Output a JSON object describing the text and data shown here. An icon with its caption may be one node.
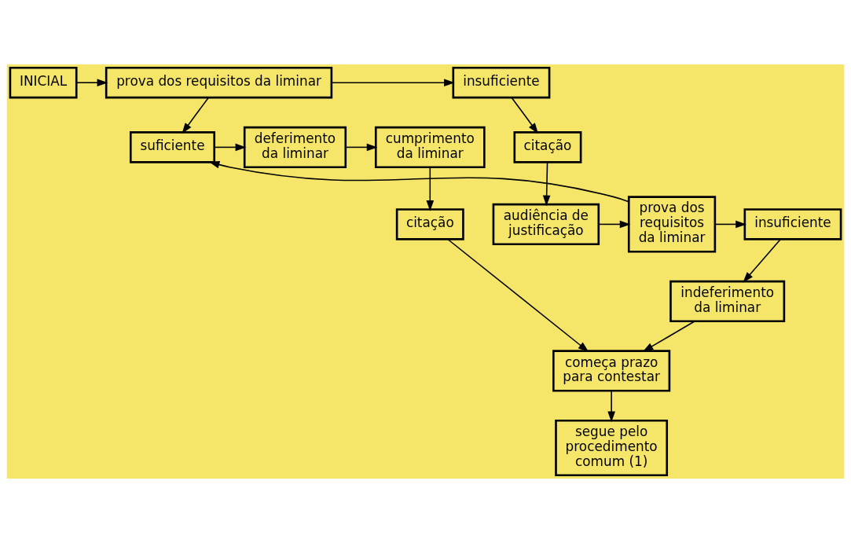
{
  "diagram": {
    "nodes": [
      {
        "text": [
          "INICIAL"
        ]
      },
      {
        "text": [
          "prova dos requisitos da liminar"
        ]
      },
      {
        "text": [
          "insuficiente"
        ]
      },
      {
        "text": [
          "cumprimento da liminar"
        ]
      },
      {
        "text": [
          "deferimento da liminar"
        ]
      },
      {
        "text": [
          "suficiente"
        ]
      },
      {
        "text": [
          "citação"
        ]
      },
      {
        "text": [
          "citação"
        ]
      },
      {
        "text": [
          "insuficiente"
        ]
      },
      {
        "text": [
          "prova dos requisitos da liminar"
        ]
      },
      {
        "text": [
          "audiência de justificação"
        ]
      },
      {
        "text": [
          "indeferimento da liminar"
        ]
      },
      {
        "text": [
          "começa prazo para contestar"
        ]
      },
      {
        "text": [
          "segue pelo procedimento comum (1)"
        ]
      }
    ],
    "edges": [
      {
        "from": 0,
        "to": 1,
        "arrow": "to"
      },
      {
        "from": 1,
        "to": 2,
        "arrow": "to"
      },
      {
        "from": 1,
        "to": 5,
        "arrow": "to"
      },
      {
        "from": 2,
        "to": 6,
        "arrow": "to"
      },
      {
        "from": 5,
        "to": 4,
        "arrow": "to"
      },
      {
        "from": 4,
        "to": 3,
        "arrow": "to"
      },
      {
        "from": 3,
        "to": 7,
        "arrow": "to"
      },
      {
        "from": 6,
        "to": 10,
        "arrow": "to"
      },
      {
        "from": 10,
        "to": 9,
        "arrow": "to"
      },
      {
        "from": 9,
        "to": 5,
        "arrow": "to"
      },
      {
        "from": 9,
        "to": 8,
        "arrow": "to"
      },
      {
        "from": 8,
        "to": 11,
        "arrow": "to"
      },
      {
        "from": 11,
        "to": 12,
        "arrow": "to"
      },
      {
        "from": 7,
        "to": 12,
        "arrow": "to"
      },
      {
        "from": 12,
        "to": 13,
        "arrow": "to"
      }
    ]
  }
}
